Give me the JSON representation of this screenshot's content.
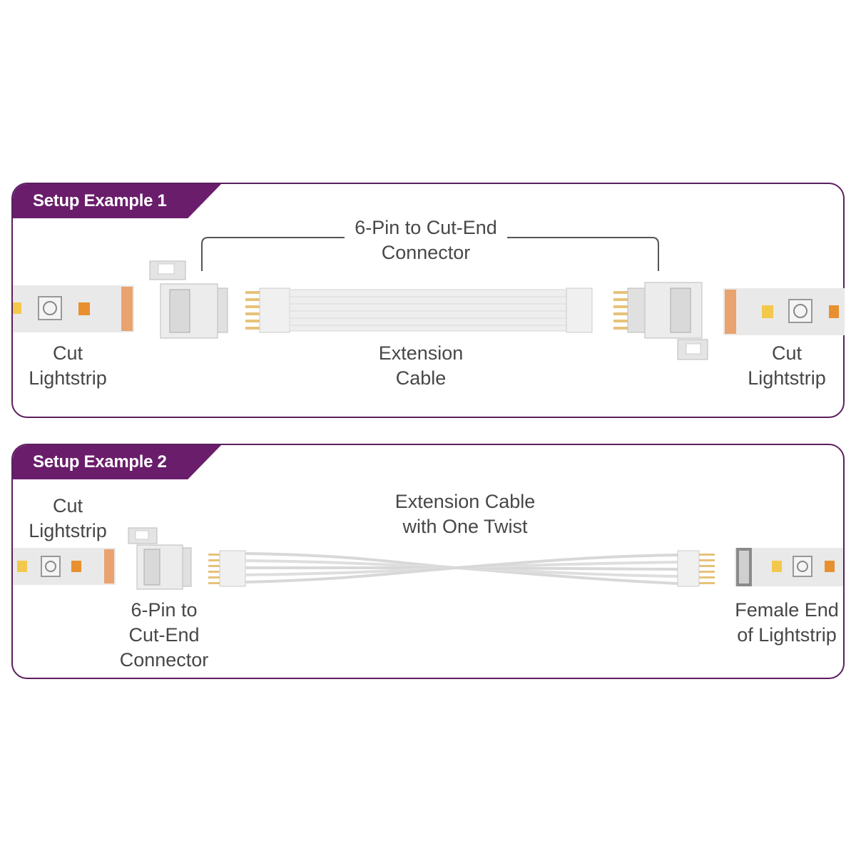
{
  "example1": {
    "tab_label": "Setup Example 1",
    "connector_label_line1": "6-Pin to Cut-End",
    "connector_label_line2": "Connector",
    "left_strip_line1": "Cut",
    "left_strip_line2": "Lightstrip",
    "cable_line1": "Extension",
    "cable_line2": "Cable",
    "right_strip_line1": "Cut",
    "right_strip_line2": "Lightstrip"
  },
  "example2": {
    "tab_label": "Setup Example 2",
    "left_strip_line1": "Cut",
    "left_strip_line2": "Lightstrip",
    "cable_line1": "Extension Cable",
    "cable_line2": "with One Twist",
    "connector_line1": "6-Pin to",
    "connector_line2": "Cut-End",
    "connector_line3": "Connector",
    "female_line1": "Female End",
    "female_line2": "of Lightstrip"
  },
  "colors": {
    "accent": "#6a1d6b",
    "border": "#5b1f5e",
    "text": "#474747",
    "strip": "#e9e9e9",
    "copper": "#e9a36f",
    "pin_gold": "#e6c27a"
  }
}
